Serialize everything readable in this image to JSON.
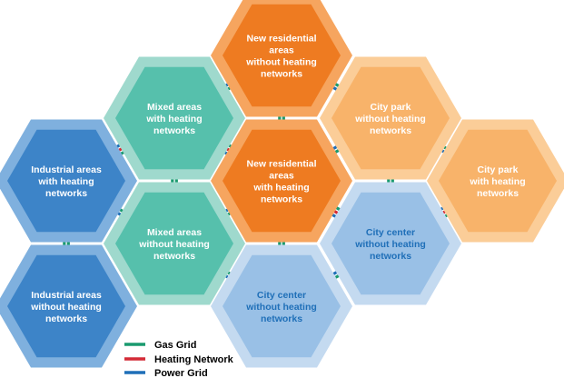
{
  "colors": {
    "gas": "#1a9a6f",
    "heat": "#d42a36",
    "power": "#1f6fb8",
    "orange_inner": "#ee7b21",
    "orange_outer": "#f6a55f",
    "lightorange_inner": "#f8b36a",
    "lightorange_outer": "#fbcd98",
    "teal_inner": "#56c0ac",
    "teal_outer": "#9fd9cd",
    "blue_inner": "#3d84c8",
    "blue_outer": "#7fb0de",
    "lightblue_inner": "#99c0e6",
    "lightblue_outer": "#c4daf0",
    "text_white": "#ffffff",
    "text_blue": "#1f6fb8"
  },
  "nodes": [
    {
      "id": "res-no-heat-top",
      "lines": [
        "New residential",
        "areas",
        "without heating",
        "networks"
      ],
      "style": "orange"
    },
    {
      "id": "mixed-heat",
      "lines": [
        "Mixed areas",
        "with heating",
        "networks"
      ],
      "style": "teal"
    },
    {
      "id": "park-no-heat",
      "lines": [
        "City park",
        "without heating",
        "networks"
      ],
      "style": "lightorange"
    },
    {
      "id": "industrial-heat",
      "lines": [
        "Industrial areas",
        "with heating",
        "networks"
      ],
      "style": "blue"
    },
    {
      "id": "res-heat-center",
      "lines": [
        "New residential",
        "areas",
        "with heating",
        "networks"
      ],
      "style": "orange"
    },
    {
      "id": "park-heat",
      "lines": [
        "City park",
        "with heating",
        "networks"
      ],
      "style": "lightorange"
    },
    {
      "id": "mixed-no-heat",
      "lines": [
        "Mixed areas",
        "without heating",
        "networks"
      ],
      "style": "teal"
    },
    {
      "id": "city-center-right",
      "lines": [
        "City center",
        "without heating",
        "networks"
      ],
      "style": "lightblue"
    },
    {
      "id": "industrial-no-heat",
      "lines": [
        "Industrial areas",
        "without heating",
        "networks"
      ],
      "style": "blue"
    },
    {
      "id": "city-center-bottom",
      "lines": [
        "City center",
        "without heating",
        "networks"
      ],
      "style": "lightblue"
    }
  ],
  "edges": [
    {
      "from": "res-no-heat-top",
      "to": "mixed-heat",
      "types": [
        "gas",
        "power"
      ]
    },
    {
      "from": "res-no-heat-top",
      "to": "park-no-heat",
      "types": [
        "gas",
        "power"
      ]
    },
    {
      "from": "res-no-heat-top",
      "to": "res-heat-center",
      "types": [
        "gas",
        "gas"
      ]
    },
    {
      "from": "mixed-heat",
      "to": "industrial-heat",
      "types": [
        "gas",
        "heat",
        "power"
      ]
    },
    {
      "from": "mixed-heat",
      "to": "res-heat-center",
      "types": [
        "gas",
        "heat",
        "power"
      ]
    },
    {
      "from": "mixed-heat",
      "to": "mixed-no-heat",
      "types": [
        "gas",
        "gas"
      ]
    },
    {
      "from": "park-no-heat",
      "to": "res-heat-center",
      "types": [
        "gas",
        "power"
      ]
    },
    {
      "from": "park-no-heat",
      "to": "park-heat",
      "types": [
        "gas",
        "power"
      ]
    },
    {
      "from": "park-no-heat",
      "to": "city-center-right",
      "types": [
        "gas",
        "gas"
      ]
    },
    {
      "from": "industrial-heat",
      "to": "mixed-no-heat",
      "types": [
        "gas",
        "power"
      ]
    },
    {
      "from": "industrial-heat",
      "to": "industrial-no-heat",
      "types": [
        "gas",
        "gas"
      ]
    },
    {
      "from": "res-heat-center",
      "to": "mixed-no-heat",
      "types": [
        "gas",
        "power"
      ]
    },
    {
      "from": "res-heat-center",
      "to": "city-center-right",
      "types": [
        "gas",
        "heat",
        "power"
      ]
    },
    {
      "from": "res-heat-center",
      "to": "city-center-bottom",
      "types": [
        "gas",
        "gas"
      ]
    },
    {
      "from": "park-heat",
      "to": "city-center-right",
      "types": [
        "gas",
        "heat",
        "power"
      ]
    },
    {
      "from": "mixed-no-heat",
      "to": "city-center-bottom",
      "types": [
        "gas",
        "power"
      ]
    },
    {
      "from": "city-center-right",
      "to": "city-center-bottom",
      "types": [
        "gas",
        "power"
      ]
    }
  ],
  "legend": [
    {
      "key": "gas",
      "label": "Gas Grid"
    },
    {
      "key": "heat",
      "label": "Heating Network"
    },
    {
      "key": "power",
      "label": "Power Grid"
    }
  ]
}
